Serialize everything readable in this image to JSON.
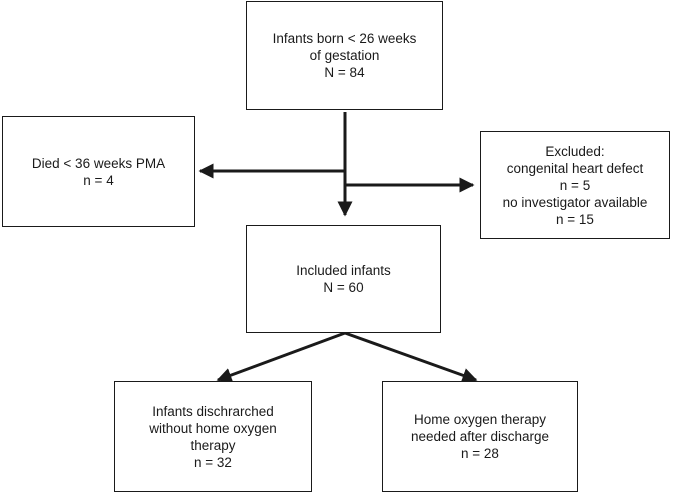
{
  "boxes": {
    "born": {
      "lines": [
        "Infants born < 26 weeks",
        "of gestation",
        "N = 84"
      ]
    },
    "died": {
      "lines": [
        "Died < 36 weeks PMA",
        "n = 4"
      ]
    },
    "excluded": {
      "lines": [
        "Excluded:",
        "congenital heart defect",
        "n = 5",
        "no investigator available",
        "n = 15"
      ]
    },
    "included": {
      "lines": [
        "Included infants",
        "N = 60"
      ]
    },
    "no_home": {
      "lines": [
        "Infants dischrarched",
        "without home oxygen",
        "therapy",
        "n = 32"
      ]
    },
    "home": {
      "lines": [
        "Home oxygen therapy",
        "needed after discharge",
        "n = 28"
      ]
    }
  },
  "colors": {
    "stroke": "#1a1a1a",
    "fill": "#ffffff"
  }
}
